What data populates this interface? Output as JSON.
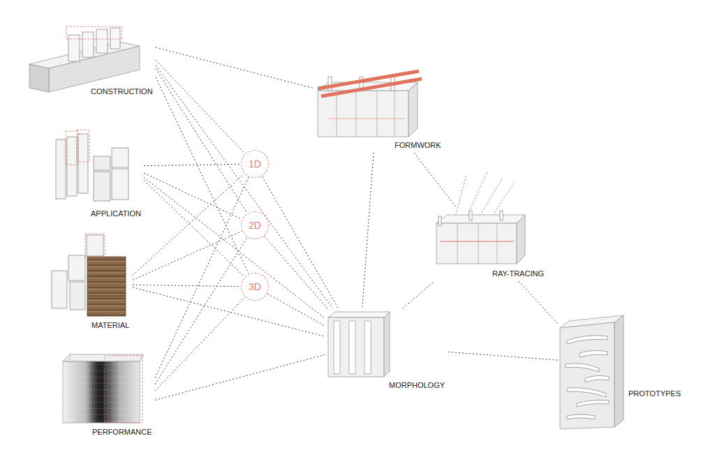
{
  "diagram": {
    "nodes": [
      {
        "text": [
          "CONSTRUCTION"
        ]
      },
      {
        "text": [
          "APPLICATION"
        ]
      },
      {
        "text": [
          "MATERIAL"
        ]
      },
      {
        "text": [
          "PERFORMANCE"
        ]
      },
      {
        "text": [
          "1D"
        ]
      },
      {
        "text": [
          "2D"
        ]
      },
      {
        "text": [
          "3D"
        ]
      },
      {
        "text": [
          "FORMWORK"
        ]
      },
      {
        "text": [
          "MORPHOLOGY"
        ]
      },
      {
        "text": [
          "RAY-TRACING"
        ]
      },
      {
        "text": [
          "PROTOTYPES"
        ]
      }
    ],
    "edges": [
      {
        "from": 0,
        "to": 7,
        "arrow": "none"
      },
      {
        "from": 0,
        "to": 4,
        "arrow": "none"
      },
      {
        "from": 0,
        "to": 5,
        "arrow": "none"
      },
      {
        "from": 0,
        "to": 6,
        "arrow": "none"
      },
      {
        "from": 0,
        "to": 8,
        "arrow": "none"
      },
      {
        "from": 1,
        "to": 4,
        "arrow": "none"
      },
      {
        "from": 1,
        "to": 5,
        "arrow": "none"
      },
      {
        "from": 1,
        "to": 6,
        "arrow": "none"
      },
      {
        "from": 1,
        "to": 8,
        "arrow": "none"
      },
      {
        "from": 2,
        "to": 4,
        "arrow": "none"
      },
      {
        "from": 2,
        "to": 5,
        "arrow": "none"
      },
      {
        "from": 2,
        "to": 6,
        "arrow": "none"
      },
      {
        "from": 2,
        "to": 8,
        "arrow": "none"
      },
      {
        "from": 3,
        "to": 4,
        "arrow": "none"
      },
      {
        "from": 3,
        "to": 5,
        "arrow": "none"
      },
      {
        "from": 3,
        "to": 6,
        "arrow": "none"
      },
      {
        "from": 3,
        "to": 8,
        "arrow": "none"
      },
      {
        "from": 4,
        "to": 8,
        "arrow": "none"
      },
      {
        "from": 5,
        "to": 8,
        "arrow": "none"
      },
      {
        "from": 6,
        "to": 8,
        "arrow": "none"
      },
      {
        "from": 7,
        "to": 8,
        "arrow": "none"
      },
      {
        "from": 7,
        "to": 9,
        "arrow": "none"
      },
      {
        "from": 8,
        "to": 9,
        "arrow": "none"
      },
      {
        "from": 8,
        "to": 10,
        "arrow": "none"
      },
      {
        "from": 9,
        "to": 10,
        "arrow": "none"
      }
    ]
  }
}
